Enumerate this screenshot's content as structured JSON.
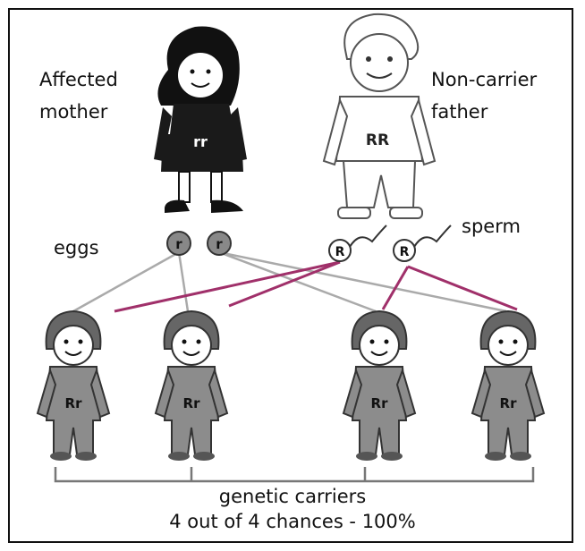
{
  "mother": {
    "label_line1": "Affected",
    "label_line2": "mother",
    "genotype": "rr"
  },
  "father": {
    "label_line1": "Non-carrier",
    "label_line2": "father",
    "genotype": "RR"
  },
  "gametes": {
    "eggs_label": "eggs",
    "egg_alleles": [
      "r",
      "r"
    ],
    "sperm_label": "sperm",
    "sperm_alleles": [
      "R",
      "R"
    ]
  },
  "children": [
    {
      "genotype": "Rr"
    },
    {
      "genotype": "Rr"
    },
    {
      "genotype": "Rr"
    },
    {
      "genotype": "Rr"
    }
  ],
  "result": {
    "line1": "genetic carriers",
    "line2": "4 out of 4 chances - 100%"
  },
  "colors": {
    "mother_fill": "#1a1a1a",
    "child_fill": "#8c8c8c",
    "egg_line": "#aaaaaa",
    "sperm_line": "#a0306a"
  }
}
